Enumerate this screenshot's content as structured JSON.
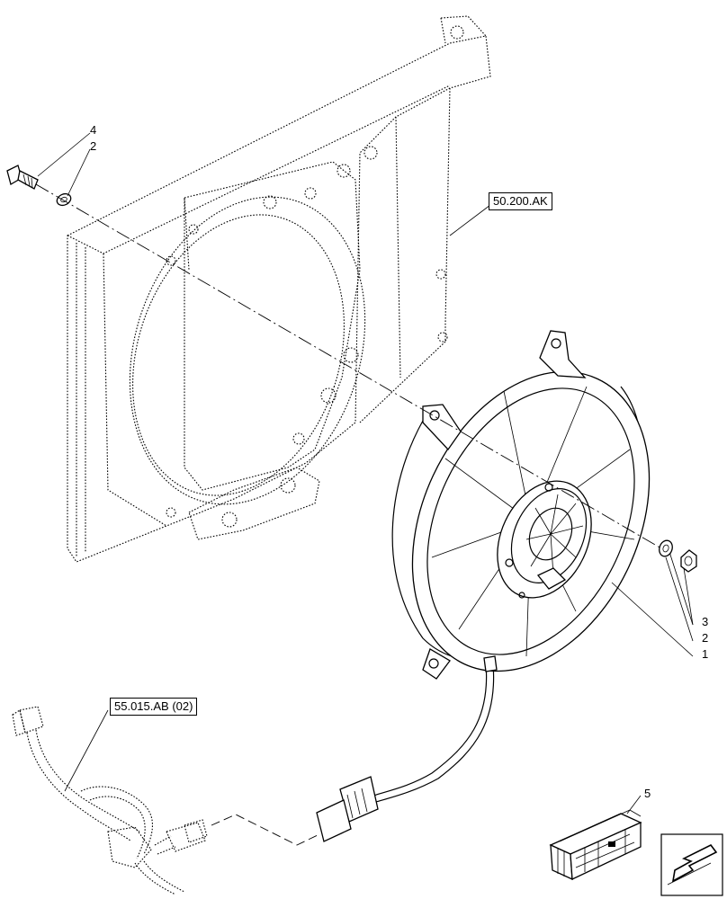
{
  "references": {
    "radiator_ref": "50.200.AK",
    "harness_ref": "55.015.AB (02)"
  },
  "callouts": {
    "bolt": "4",
    "washer_top": "2",
    "nut": "3",
    "washer_bottom": "2",
    "fan": "1",
    "kit_box": "5"
  },
  "icons": {
    "navigation": "arrow-icon"
  }
}
